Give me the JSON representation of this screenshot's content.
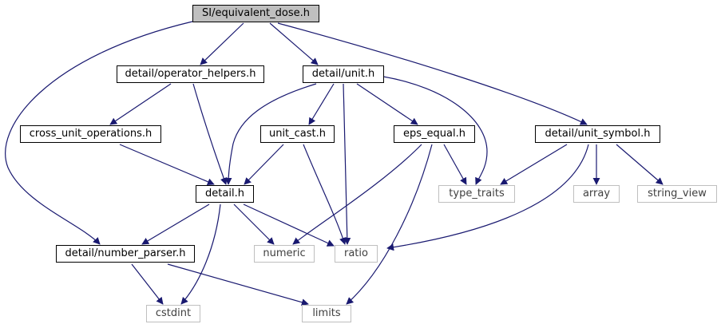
{
  "colors": {
    "edge": "#191970",
    "root_fill": "#bfbfbf",
    "local_border": "#000000",
    "external_border": "#bfbfbf",
    "external_text": "#404040"
  },
  "nodes": {
    "equivalent_dose": "SI/equivalent_dose.h",
    "operator_helpers": "detail/operator_helpers.h",
    "unit": "detail/unit.h",
    "cross_unit_operations": "cross_unit_operations.h",
    "unit_cast": "unit_cast.h",
    "eps_equal": "eps_equal.h",
    "unit_symbol": "detail/unit_symbol.h",
    "detail": "detail.h",
    "type_traits": "type_traits",
    "array": "array",
    "string_view": "string_view",
    "number_parser": "detail/number_parser.h",
    "numeric": "numeric",
    "ratio": "ratio",
    "cstdint": "cstdint",
    "limits": "limits"
  }
}
